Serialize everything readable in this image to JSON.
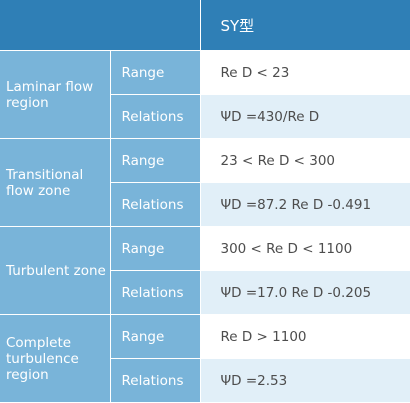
{
  "header": {
    "column_title": "SY型"
  },
  "rows": [
    {
      "region": "Laminar flow region",
      "entries": [
        {
          "label": "Range",
          "value": "Re D < 23"
        },
        {
          "label": "Relations",
          "value": "ΨD =430/Re D"
        }
      ]
    },
    {
      "region": "Transitional flow zone",
      "entries": [
        {
          "label": "Range",
          "value": "23 < Re D < 300"
        },
        {
          "label": "Relations",
          "value": "ΨD =87.2 Re D -0.491"
        }
      ]
    },
    {
      "region": "Turbulent zone",
      "entries": [
        {
          "label": "Range",
          "value": "300 < Re D < 1100"
        },
        {
          "label": "Relations",
          "value": "ΨD =17.0 Re D -0.205"
        }
      ]
    },
    {
      "region": "Complete turbulence region",
      "entries": [
        {
          "label": "Range",
          "value": "Re D > 1100"
        },
        {
          "label": "Relations",
          "value": "ΨD =2.53"
        }
      ]
    }
  ]
}
